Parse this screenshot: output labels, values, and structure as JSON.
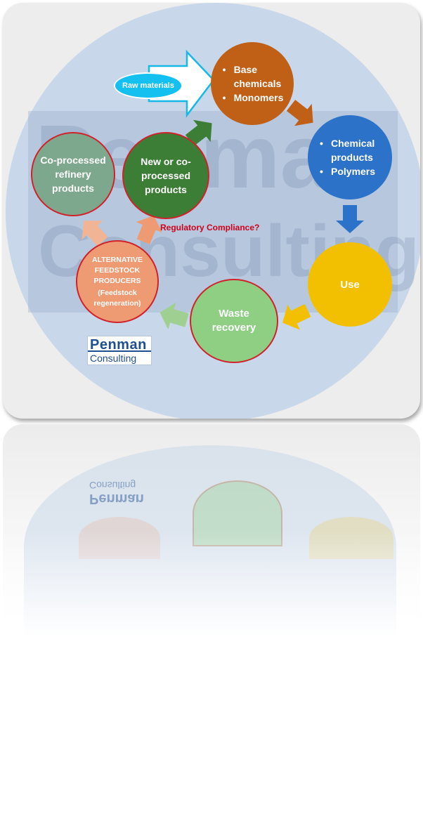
{
  "diagram": {
    "raw_materials": "Raw materials",
    "nodes": {
      "base": {
        "items": [
          "Base chemicals",
          "Monomers"
        ],
        "color": "#c05f16"
      },
      "chemical": {
        "items": [
          "Chemical products",
          "Polymers"
        ],
        "color": "#2b72c8"
      },
      "use": {
        "label": "Use",
        "color": "#f2c000"
      },
      "waste": {
        "label": "Waste recovery",
        "color": "#8fcf84"
      },
      "alternative": {
        "title": "ALTERNATIVE FEEDSTOCK PRODUCERS",
        "sub": "(Feedstock regeneration)",
        "color": "#ee9b73"
      },
      "coprocessed_refinery": {
        "label": "Co-processed refinery products",
        "color": "#7ea88d"
      },
      "new_coprocessed": {
        "label": "New or co-processed products",
        "color": "#3c7e35"
      }
    },
    "regulatory_note": "Regulatory Compliance?",
    "watermark": [
      "Penman",
      "Consulting"
    ],
    "logo": {
      "line1": "Penman",
      "line2": "Consulting"
    }
  }
}
